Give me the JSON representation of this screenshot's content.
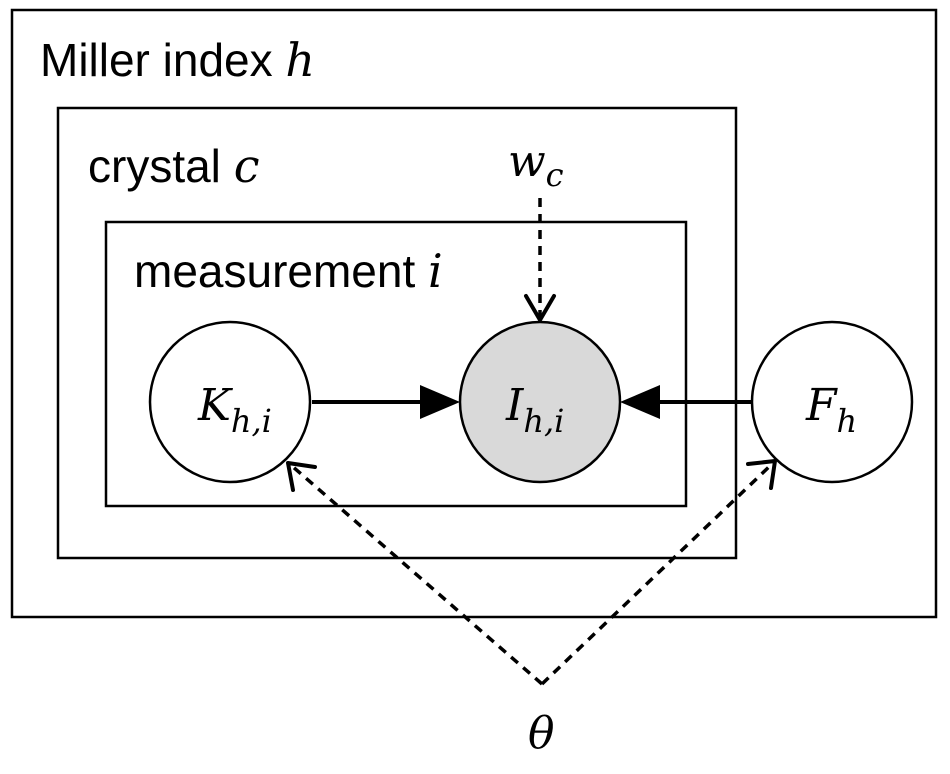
{
  "plates": {
    "outer": {
      "label": "Miller index ",
      "var": "h"
    },
    "middle": {
      "label": "crystal ",
      "var": "c"
    },
    "inner": {
      "label": "measurement ",
      "var": "i"
    }
  },
  "nodes": {
    "K": {
      "base": "K",
      "sub": "h,i",
      "observed": false
    },
    "I": {
      "base": "I",
      "sub": "h,i",
      "observed": true
    },
    "F": {
      "base": "F",
      "sub": "h",
      "observed": false
    },
    "w": {
      "base": "w",
      "sub": "c"
    },
    "theta": {
      "base": "θ"
    }
  },
  "colors": {
    "observed_fill": "#d9d9d9",
    "latent_fill": "#ffffff",
    "stroke": "#000000"
  }
}
